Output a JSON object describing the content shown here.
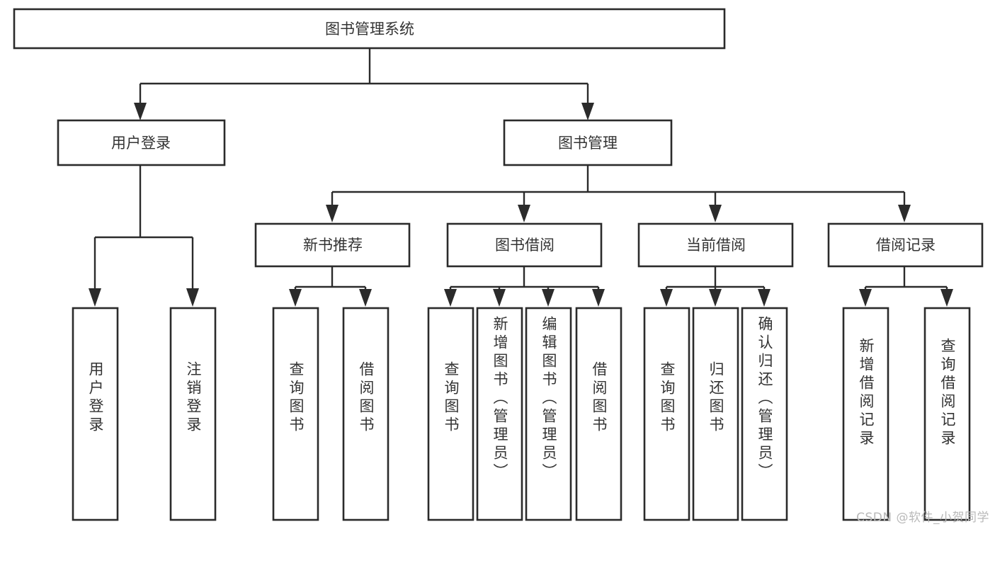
{
  "diagram": {
    "title": "图书管理系统",
    "type": "功能结构图",
    "colors": {
      "box_stroke": "#2b2b2b",
      "box_fill": "#ffffff",
      "text": "#333333",
      "connector": "#2b2b2b",
      "background": "#ffffff",
      "watermark": "#b9b9b9"
    },
    "root": {
      "id": "root",
      "label": "图书管理系统",
      "orientation": "horizontal"
    },
    "level2": [
      {
        "id": "user-login",
        "label": "用户登录",
        "orientation": "horizontal"
      },
      {
        "id": "book-management",
        "label": "图书管理",
        "orientation": "horizontal"
      }
    ],
    "level3": [
      {
        "id": "new-book-recommend",
        "label": "新书推荐",
        "orientation": "horizontal",
        "parent": "book-management"
      },
      {
        "id": "book-borrow",
        "label": "图书借阅",
        "orientation": "horizontal",
        "parent": "book-management"
      },
      {
        "id": "current-borrow",
        "label": "当前借阅",
        "orientation": "horizontal",
        "parent": "book-management"
      },
      {
        "id": "borrow-record",
        "label": "借阅记录",
        "orientation": "horizontal",
        "parent": "book-management"
      }
    ],
    "leaves": [
      {
        "id": "leaf-user-login",
        "label": "用户登录",
        "orientation": "vertical",
        "parent": "user-login"
      },
      {
        "id": "leaf-user-logout",
        "label": "注销登录",
        "orientation": "vertical",
        "parent": "user-login"
      },
      {
        "id": "leaf-query-book-1",
        "label": "查询图书",
        "orientation": "vertical",
        "parent": "new-book-recommend"
      },
      {
        "id": "leaf-borrow-book-1",
        "label": "借阅图书",
        "orientation": "vertical",
        "parent": "new-book-recommend"
      },
      {
        "id": "leaf-query-book-2",
        "label": "查询图书",
        "orientation": "vertical",
        "parent": "book-borrow"
      },
      {
        "id": "leaf-add-book",
        "label": "新增图书（管理员）",
        "orientation": "vertical",
        "parent": "book-borrow"
      },
      {
        "id": "leaf-edit-book",
        "label": "编辑图书（管理员）",
        "orientation": "vertical",
        "parent": "book-borrow"
      },
      {
        "id": "leaf-borrow-book-2",
        "label": "借阅图书",
        "orientation": "vertical",
        "parent": "book-borrow"
      },
      {
        "id": "leaf-query-book-3",
        "label": "查询图书",
        "orientation": "vertical",
        "parent": "current-borrow"
      },
      {
        "id": "leaf-return-book",
        "label": "归还图书",
        "orientation": "vertical",
        "parent": "current-borrow"
      },
      {
        "id": "leaf-confirm-return",
        "label": "确认归还（管理员）",
        "orientation": "vertical",
        "parent": "current-borrow"
      },
      {
        "id": "leaf-add-record",
        "label": "新增借阅记录",
        "orientation": "vertical",
        "parent": "borrow-record"
      },
      {
        "id": "leaf-query-record",
        "label": "查询借阅记录",
        "orientation": "vertical",
        "parent": "borrow-record"
      }
    ],
    "watermark": "CSDN @软件_小贺同学"
  }
}
